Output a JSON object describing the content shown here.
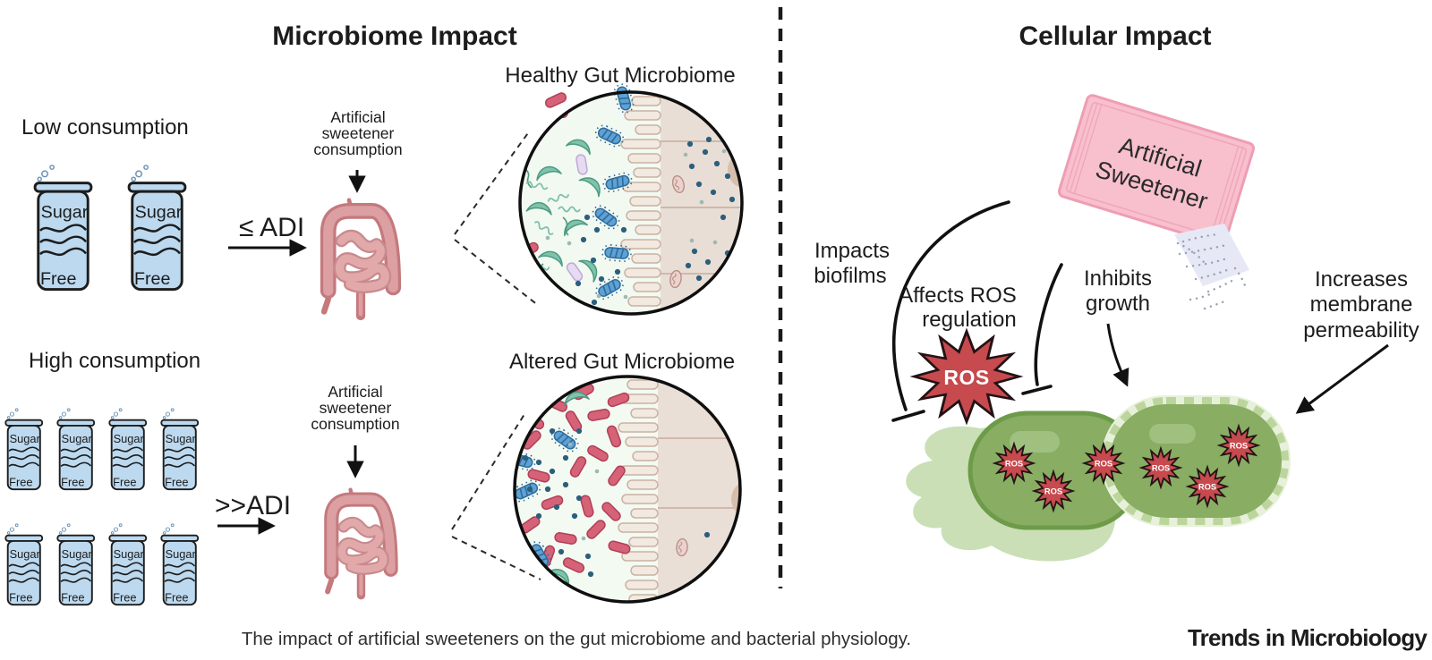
{
  "microbiome": {
    "title": "Microbiome Impact",
    "rows": [
      {
        "consumption": "Low consumption",
        "can_count": 2,
        "adi_relation": "≤ ADI",
        "pathway": [
          "Artificial",
          "sweetener",
          "consumption"
        ],
        "outcome": "Healthy Gut Microbiome"
      },
      {
        "consumption": "High consumption",
        "can_count": 8,
        "adi_relation": ">>ADI",
        "pathway": [
          "Artificial",
          "sweetener",
          "consumption"
        ],
        "outcome": "Altered Gut Microbiome"
      }
    ],
    "can_label": [
      "Sugar",
      "Free"
    ]
  },
  "cellular": {
    "title": "Cellular Impact",
    "packet": [
      "Artificial",
      "Sweetener"
    ],
    "effects": [
      {
        "id": "biofilms",
        "lines": [
          "Impacts",
          "biofilms"
        ]
      },
      {
        "id": "ros-regulation",
        "lines": [
          "Affects ROS",
          "regulation"
        ]
      },
      {
        "id": "growth",
        "lines": [
          "Inhibits",
          "growth"
        ]
      },
      {
        "id": "membrane",
        "lines": [
          "Increases",
          "membrane",
          "permeability"
        ]
      }
    ],
    "ros_label": "ROS"
  },
  "caption": "The impact of artificial sweeteners on the gut microbiome and bacterial physiology.",
  "journal": "Trends in Microbiology",
  "colors": {
    "can_blue": "#bcd9ef",
    "intestine_pink": "#c4797c",
    "intestine_light": "#dc9fa2",
    "lumen_green": "#f2f9f1",
    "epithelium_beige": "#e9ded5",
    "villi_beige": "#f2e9e0",
    "bacteria_teal": "#7fc3ab",
    "bacteria_blue": "#5ea1d4",
    "bacteria_pink": "#d66277",
    "bacteria_lavender": "#e7dbf2",
    "packet_pink": "#f8c0cd",
    "packet_border": "#ee9db4",
    "ros_red": "#c64a4e",
    "cell_green": "#88ad63",
    "cell_border_green": "#6d9b49",
    "biofilm_green": "#cadfb6",
    "powder_gray": "#e6e9f5"
  }
}
